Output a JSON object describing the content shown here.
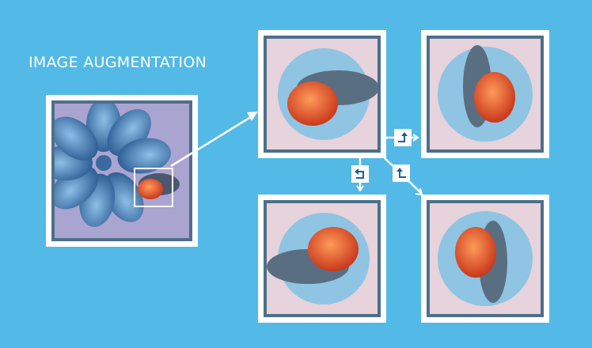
{
  "title": "IMAGE AUGMENTATION",
  "colors": {
    "background": "#53b9e6",
    "frame_border": "#ffffff",
    "inner_border": "#4e6f8a",
    "source_bg": "#aaa4d0",
    "augmented_bg": "#e6d3dc",
    "tumor": "#e2502a",
    "tissue": "#4f8cc4",
    "arrow_icon": "#1f5f98"
  },
  "source_image": {
    "label": "original-tissue-image",
    "crop_box": true
  },
  "augmented_images": [
    {
      "position": "top-left",
      "transform": "crop"
    },
    {
      "position": "top-right",
      "transform": "rotate-right",
      "icon": "turn-up-right-arrow-icon"
    },
    {
      "position": "bottom-left",
      "transform": "rotate-left",
      "icon": "turn-left-arrow-icon"
    },
    {
      "position": "bottom-right",
      "transform": "flip",
      "icon": "turn-up-left-arrow-icon"
    }
  ]
}
